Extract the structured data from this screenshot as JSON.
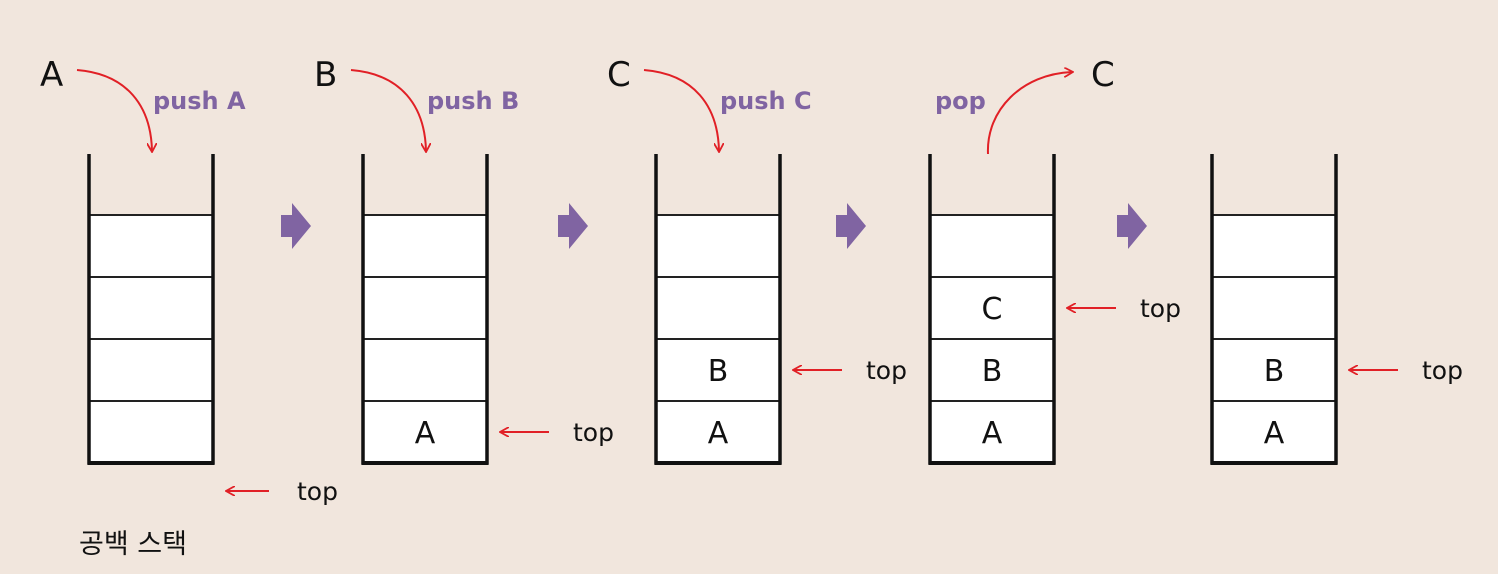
{
  "colors": {
    "background": "#f1e6dd",
    "cell_fill": "#ffffff",
    "stack_line": "#222222",
    "stack_wall": "#111111",
    "arrow_red": "#e12026",
    "operation_purple": "#8064a2",
    "step_arrow_purple": "#8064a2"
  },
  "icons": {
    "step_arrow": "right-block-arrow-icon",
    "pointer": "left-arrow-icon",
    "motion": "curved-arrow-icon"
  },
  "stacks": [
    {
      "caption": "공백 스택",
      "operation": {
        "label": "push A",
        "element": "A",
        "direction": "in"
      },
      "cells": [
        "",
        "",
        "",
        ""
      ],
      "top_label": "top",
      "top_index": -1
    },
    {
      "caption": "",
      "operation": {
        "label": "push B",
        "element": "B",
        "direction": "in"
      },
      "cells": [
        "A",
        "",
        "",
        ""
      ],
      "top_label": "top",
      "top_index": 0
    },
    {
      "caption": "",
      "operation": {
        "label": "push C",
        "element": "C",
        "direction": "in"
      },
      "cells": [
        "A",
        "B",
        "",
        ""
      ],
      "top_label": "top",
      "top_index": 1
    },
    {
      "caption": "",
      "operation": {
        "label": "pop",
        "element": "C",
        "direction": "out"
      },
      "cells": [
        "A",
        "B",
        "C",
        ""
      ],
      "top_label": "top",
      "top_index": 2
    },
    {
      "caption": "",
      "operation": null,
      "cells": [
        "A",
        "B",
        "",
        ""
      ],
      "top_label": "top",
      "top_index": 1
    }
  ]
}
